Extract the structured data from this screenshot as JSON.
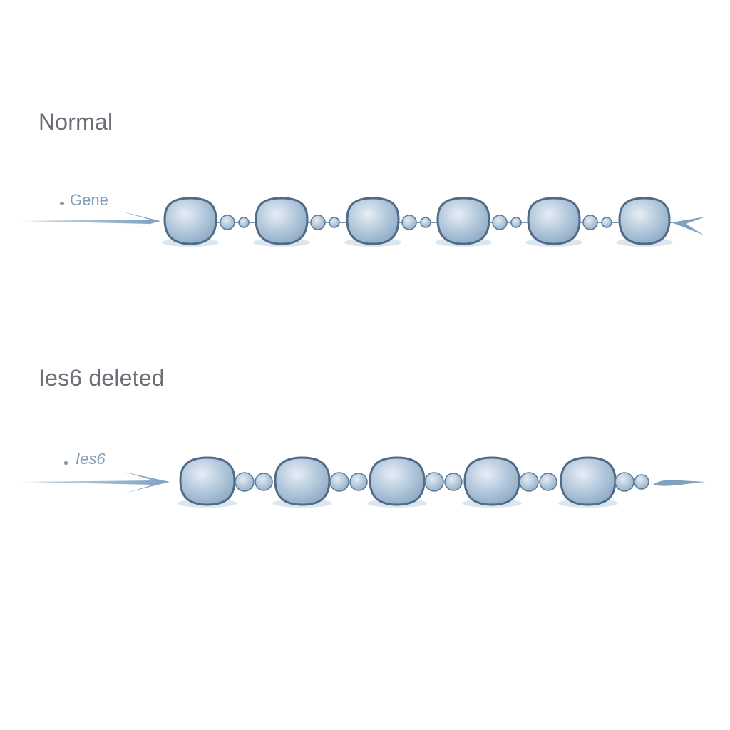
{
  "panels": {
    "normal": {
      "title": "Normal",
      "arrow_label": "Gene"
    },
    "deleted": {
      "title": "Ies6 deleted",
      "arrow_label": "Ies6"
    }
  },
  "colors": {
    "bead_fill": "#a9c1d8",
    "bead_stroke": "#4f6b86",
    "arrow": "#8fb0c9",
    "text": "#6b6f76",
    "label": "#7f9cb4"
  },
  "icons": {
    "arrow": "arrow-right-icon",
    "bead": "bead-icon",
    "linker": "linker-bead-icon"
  }
}
